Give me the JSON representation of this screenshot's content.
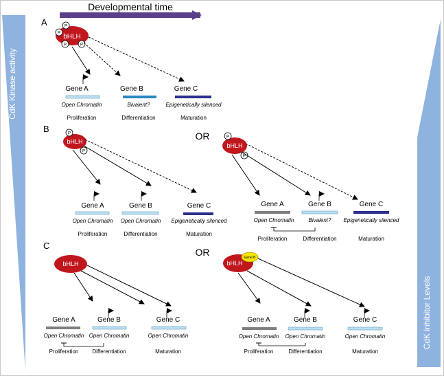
{
  "header": {
    "time_label": "Developmental time"
  },
  "sides": {
    "left_label": "CdK Kinase activity",
    "right_label": "CdK inhibitor Levels"
  },
  "panels": {
    "a": "A",
    "b": "B",
    "c": "C"
  },
  "connector": "OR",
  "protein": "bHLH",
  "phospho": "P",
  "partner": "Gene B",
  "genes": {
    "a": "Gene A",
    "b": "Gene B",
    "c": "Gene C"
  },
  "states": {
    "open": "Open Chromatin",
    "bivalent": "Bivalent?",
    "silenced": "Epigenetically silenced"
  },
  "fates": {
    "proliferation": "Proliferation",
    "differentiation": "Differentiation",
    "maturation": "Maturation"
  },
  "colors": {
    "time_arrow": "#5b3f8a",
    "side_bar": "#8fb3df",
    "protein": "#c0171d",
    "partner": "#f5e400",
    "open_bar": "#b8dff2",
    "bivalent_bar": "#2a88c2",
    "silenced_bar": "#2b2f8e",
    "repressed_bar": "#7f7f7f"
  }
}
